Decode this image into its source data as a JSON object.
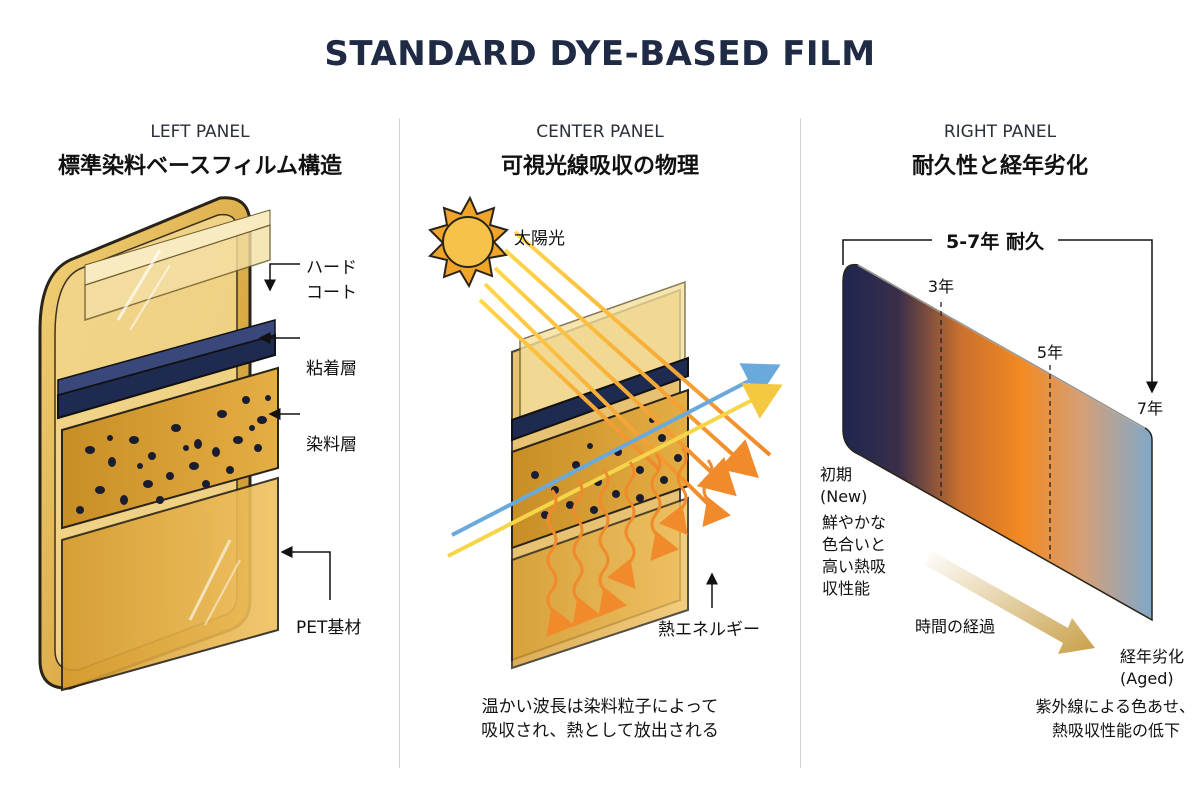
{
  "title": "STANDARD DYE-BASED FILM",
  "left": {
    "label": "LEFT PANEL",
    "title": "標準染料ベースフィルム構造",
    "hardcoat_1": "ハード",
    "hardcoat_2": "コート",
    "adhesive": "粘着層",
    "dye": "染料層",
    "pet": "PET基材"
  },
  "center": {
    "label": "CENTER PANEL",
    "title": "可視光線吸収の物理",
    "sunlight": "太陽光",
    "heat": "熱エネルギー",
    "caption_1": "温かい波長は染料粒子によって",
    "caption_2": "吸収され、熱として放出される"
  },
  "right": {
    "label": "RIGHT PANEL",
    "title": "耐久性と経年劣化",
    "span": "5-7年 耐久",
    "y3": "3年",
    "y5": "5年",
    "y7": "7年",
    "new_1": "初期",
    "new_2": "(New)",
    "new_3": "鮮やかな",
    "new_4": "色合いと",
    "new_5": "高い熱吸",
    "new_6": "収性能",
    "time": "時間の経過",
    "aged_1": "経年劣化",
    "aged_2": "(Aged)",
    "aged_3": "紫外線による色あせ、",
    "aged_4": "熱吸収性能の低下"
  },
  "colors": {
    "navy": "#1f2a50",
    "gold": "#d9a533",
    "amber": "#e8a43a",
    "orange": "#f08a2a",
    "blue_ray": "#6aa9dc",
    "yellow_ray": "#f5d64a",
    "faded_blue": "#7fa8c8"
  }
}
